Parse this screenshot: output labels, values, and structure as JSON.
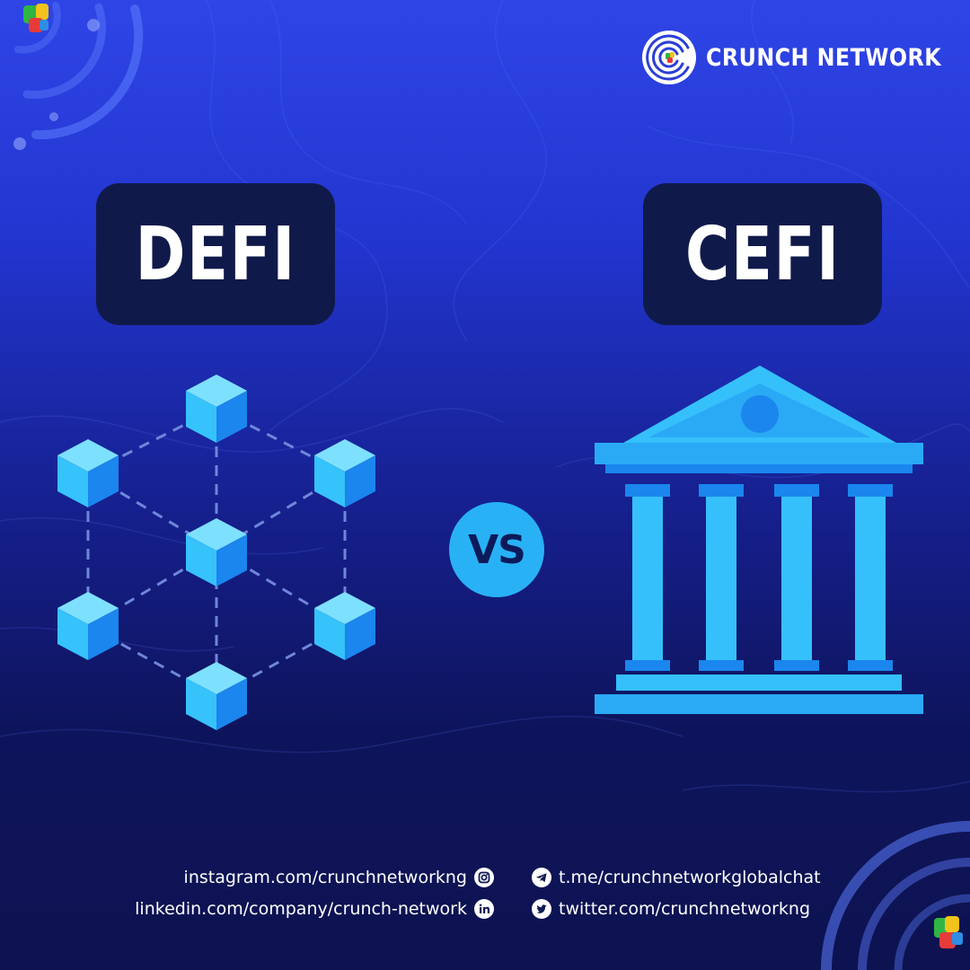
{
  "brand": {
    "name": "CRUNCH NETWORK",
    "logo_icon": "crunch-network-logo-icon"
  },
  "comparison": {
    "left_label": "DEFI",
    "right_label": "CEFI",
    "vs_label": "VS",
    "left_icon": "blockchain-network-icon",
    "right_icon": "bank-building-icon"
  },
  "socials": {
    "instagram": {
      "text": "instagram.com/crunchnetworkng",
      "icon": "instagram-icon"
    },
    "linkedin": {
      "text": "linkedin.com/company/crunch-network",
      "icon": "linkedin-icon"
    },
    "telegram": {
      "text": "t.me/crunchnetworkglobalchat",
      "icon": "telegram-icon"
    },
    "twitter": {
      "text": "twitter.com/crunchnetworkng",
      "icon": "twitter-icon"
    }
  },
  "colors": {
    "background_top": "#2f45e6",
    "background_bottom": "#0d1350",
    "label_box": "#101a4a",
    "accent_cyan": "#29b1f5",
    "cube_top": "#7ee0ff",
    "cube_left": "#36c2fb",
    "cube_right": "#1a86ee",
    "bank_light": "#35c0fb",
    "bank_mid": "#1a8ff0"
  }
}
